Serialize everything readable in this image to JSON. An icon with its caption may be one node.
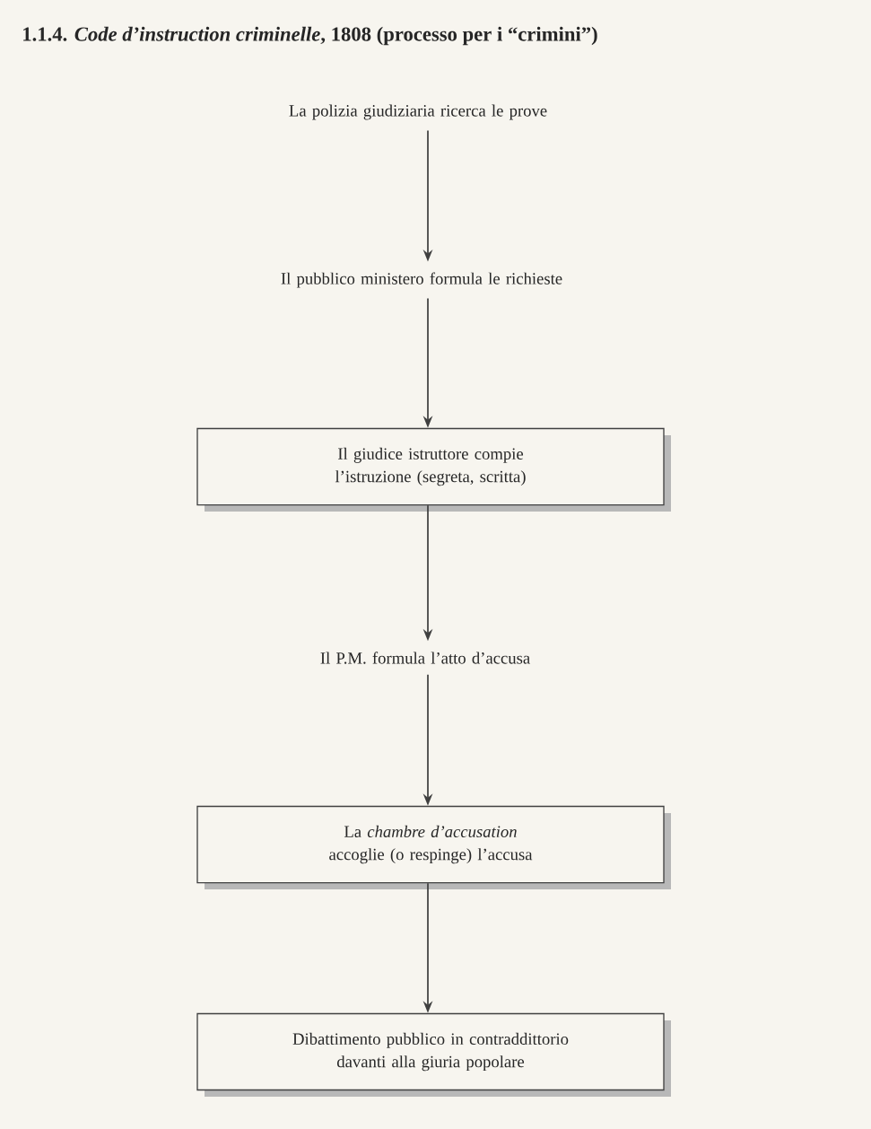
{
  "diagram": {
    "title": "1.1.4. *Code d’instruction criminelle*, 1808 (processo per i “crimini”)",
    "nodes": [
      {
        "text": [
          "La polizia giudiziaria ricerca le prove"
        ]
      },
      {
        "text": [
          "Il pubblico ministero formula le richieste"
        ]
      },
      {
        "text": [
          "Il giudice istruttore compie l’istruzione (segreta, scritta)"
        ]
      },
      {
        "text": [
          "Il P.M. formula l’atto d’accusa"
        ]
      },
      {
        "text": [
          "La *chambre d’accusation* accoglie (o respinge) l’accusa"
        ]
      },
      {
        "text": [
          "Dibattimento pubblico in contraddittorio davanti alla giuria popolare"
        ]
      }
    ],
    "edges": [
      {
        "from": 0,
        "to": 1,
        "arrow": "to"
      },
      {
        "from": 1,
        "to": 2,
        "arrow": "to"
      },
      {
        "from": 2,
        "to": 3,
        "arrow": "to"
      },
      {
        "from": 3,
        "to": 4,
        "arrow": "to"
      },
      {
        "from": 4,
        "to": 5,
        "arrow": "to"
      }
    ]
  }
}
